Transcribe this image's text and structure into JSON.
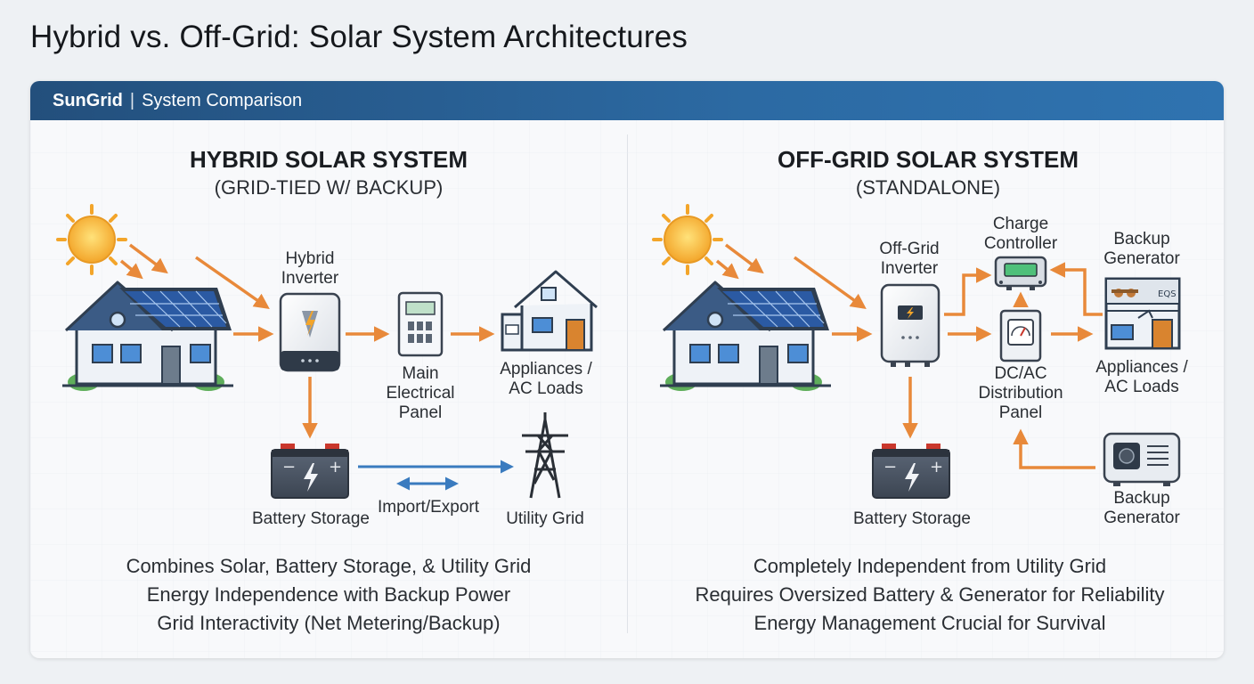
{
  "page": {
    "title": "Hybrid vs. Off-Grid: Solar System Architectures"
  },
  "header": {
    "brand": "SunGrid",
    "separator": "|",
    "subtitle": "System Comparison"
  },
  "hybrid": {
    "title": "HYBRID SOLAR SYSTEM",
    "subtitle": "(GRID-TIED W/ BACKUP)",
    "labels": {
      "inverter_1": "Hybrid",
      "inverter_2": "Inverter",
      "panel_1": "Main",
      "panel_2": "Electrical",
      "panel_3": "Panel",
      "loads_1": "Appliances /",
      "loads_2": "AC Loads",
      "battery": "Battery Storage",
      "import_export": "Import/Export",
      "grid": "Utility Grid"
    },
    "description": [
      "Combines Solar, Battery Storage, & Utility Grid",
      "Energy Independence with Backup Power",
      "Grid Interactivity (Net Metering/Backup)"
    ]
  },
  "offgrid": {
    "title": "OFF-GRID SOLAR SYSTEM",
    "subtitle": "(STANDALONE)",
    "labels": {
      "inverter_1": "Off-Grid",
      "inverter_2": "Inverter",
      "charge_1": "Charge",
      "charge_2": "Controller",
      "gen_top_1": "Backup",
      "gen_top_2": "Generator",
      "dist_1": "DC/AC",
      "dist_2": "Distribution",
      "dist_3": "Panel",
      "loads_1": "Appliances /",
      "loads_2": "AC Loads",
      "battery": "Battery Storage",
      "gen_bot_1": "Backup",
      "gen_bot_2": "Generator",
      "gen_sign": "EQS"
    },
    "description": [
      "Completely Independent from Utility Grid",
      "Requires Oversized Battery & Generator for Reliability",
      "Energy Management Crucial for Survival"
    ]
  },
  "colors": {
    "header": "#2c6aa3",
    "flow_arrow": "#e8893a",
    "grid_arrow": "#3a7bbf",
    "sun": "#f6b22c",
    "panel": "#25477a",
    "battery": "#4a5563"
  }
}
